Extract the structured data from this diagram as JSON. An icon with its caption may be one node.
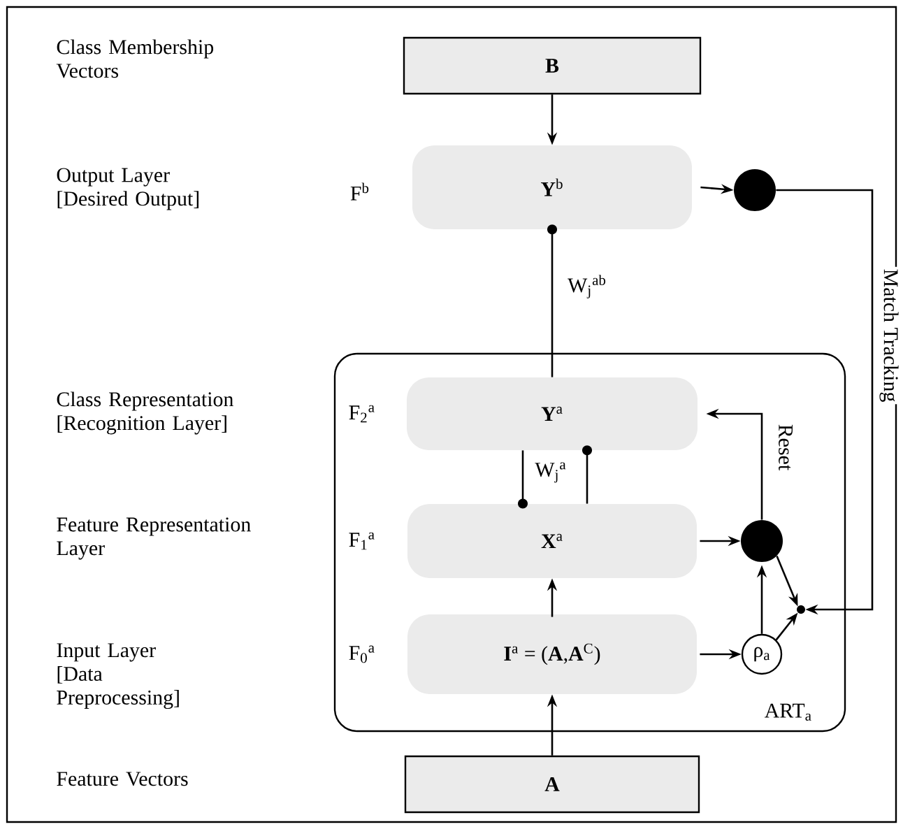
{
  "diagram": {
    "nodes": [
      {
        "text": [
          "B"
        ]
      },
      {
        "text": [
          "**Y**$^{b}$"
        ],
        "beside": [
          "F$^{b}$"
        ]
      },
      {
        "text": [],
        "shape": "circle"
      },
      {
        "text": [
          "ART$_{a}$"
        ]
      },
      {
        "text": [
          "**Y**$^{a}$"
        ],
        "in": 3,
        "beside": [
          "F$_{2}$$^{a}$"
        ]
      },
      {
        "text": [
          "**X**$^{a}$"
        ],
        "in": 3,
        "beside": [
          "F$_{1}$$^{a}$"
        ]
      },
      {
        "text": [],
        "shape": "circle",
        "in": 3
      },
      {
        "text": [
          "**I**$^{a}$ = (**A**,**A**$^{C}$)"
        ],
        "in": 3,
        "beside": [
          "F$_{0}$$^{a}$"
        ]
      },
      {
        "text": [
          "ρ$_{a}$"
        ],
        "in": 3
      },
      {
        "text": [],
        "shape": "circle",
        "in": 3
      },
      {
        "text": [
          "A"
        ]
      }
    ],
    "edges": [
      {
        "from": 0,
        "to": 1,
        "arrow": "to"
      },
      {
        "from": 1,
        "to": 2,
        "arrow": "to"
      },
      {
        "from": 4,
        "to": 1,
        "arrow": "other",
        "label": "W$_{j}$$^{ab}$"
      },
      {
        "from": 4,
        "to": 5,
        "arrow": "other",
        "label": "W$_{j}$$^{a}$"
      },
      {
        "from": 5,
        "to": 4,
        "arrow": "other"
      },
      {
        "from": 5,
        "to": 6,
        "arrow": "to"
      },
      {
        "from": 6,
        "to": 4,
        "arrow": "to",
        "label": "Reset"
      },
      {
        "from": 7,
        "to": 5,
        "arrow": "to"
      },
      {
        "from": 7,
        "to": 8,
        "arrow": "to"
      },
      {
        "from": 8,
        "to": 6,
        "arrow": "to"
      },
      {
        "from": 6,
        "to": 9,
        "arrow": "to"
      },
      {
        "from": 8,
        "to": 9,
        "arrow": "to"
      },
      {
        "from": 2,
        "to": 9,
        "arrow": "to",
        "label": "Match Tracking"
      },
      {
        "from": 10,
        "to": 7,
        "arrow": "to"
      }
    ],
    "labels": [
      "Class Membership Vectors",
      "Output Layer [Desired Output]",
      "Class Representation [Recognition Layer]",
      "Feature Representation Layer",
      "Input Layer [Data Preprocessing]",
      "Feature Vectors"
    ]
  }
}
